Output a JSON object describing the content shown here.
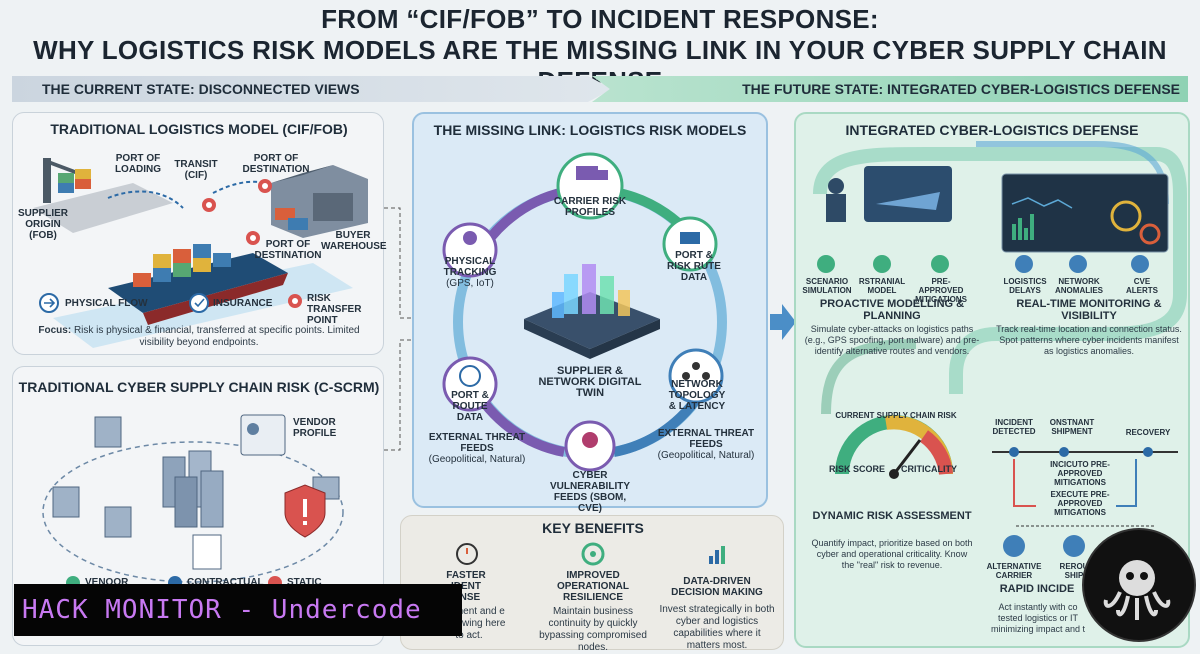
{
  "title": {
    "line1": "FROM “CIF/FOB” TO INCIDENT RESPONSE:",
    "line2": "WHY LOGISTICS RISK MODELS ARE THE MISSING LINK IN YOUR CYBER SUPPLY CHAIN DEFENSE"
  },
  "banners": {
    "left": "THE CURRENT STATE: DISCONNECTED VIEWS",
    "right": "THE FUTURE STATE: INTEGRATED CYBER-LOGISTICS DEFENSE"
  },
  "logistics_model": {
    "heading": "TRADITIONAL LOGISTICS MODEL (CIF/FOB)",
    "supplier": "SUPPLIER ORIGIN (FOB)",
    "port_loading": "PORT OF LOADING",
    "transit": "TRANSIT (CIF)",
    "port_destination_top": "PORT OF DESTINATION",
    "port_destination_mid": "PORT OF DESTINATION",
    "buyer": "BUYER WAREHOUSE",
    "legend": [
      "PHYSICAL FLOW",
      "INSURANCE",
      "RISK TRANSFER POINT"
    ],
    "focus_label": "Focus:",
    "focus_text": "Risk is physical & financial, transferred at specific points. Limited visibility beyond endpoints."
  },
  "cscrm": {
    "heading": "TRADITIONAL CYBER SUPPLY CHAIN RISK (C-SCRM)",
    "vendor_profile": "VENDOR PROFILE",
    "bottom_labels": [
      "VENOOR",
      "CONTRACTUAL",
      "STATIC"
    ]
  },
  "missing_link": {
    "heading": "THE MISSING LINK: LOGISTICS RISK MODELS",
    "center": "SUPPLIER & NETWORK DIGITAL TWIN",
    "nodes": {
      "carrier": "CARRIER RISK PROFILES",
      "port_rute": "PORT & RISK RUTE DATA",
      "network": "NETWORK TOPOLOGY & LATENCY",
      "cyber": "CYBER VULNERABILITY FEEDS (SBOM, CVE)",
      "port_route": "PORT & ROUTE DATA",
      "physical": "PHYSICAL TRACKING",
      "physical_sub": "(GPS, IoT)"
    },
    "threat_left": "EXTERNAL THREAT FEEDS",
    "threat_left_sub": "(Geopolitical, Natural)",
    "threat_right": "EXTERNAL THREAT FEEDS",
    "threat_right_sub": "(Geopolitical, Natural)"
  },
  "key_benefits": {
    "heading": "KEY BENEFITS",
    "items": [
      {
        "title": "FASTER INCIDENT RESPONSE",
        "visible_title": "FASTER\nIDENT\nONSE",
        "text": "ntainment and e by knowing here to act."
      },
      {
        "title": "IMPROVED OPERATIONAL RESILIENCE",
        "text": "Maintain business continuity by quickly bypassing compromised nodes."
      },
      {
        "title": "DATA-DRIVEN DECISION MAKING",
        "text": "Invest strategically in both cyber and logistics capabilities where it matters most."
      }
    ]
  },
  "integrated": {
    "heading": "INTEGRATED CYBER-LOGISTICS DEFENSE",
    "planning_icons": [
      "SCENARIO SIMULATION",
      "RSTRANIAL MODEL",
      "PRE-APPROVED MITIGATIONS"
    ],
    "planning_title": "PROACTIVE MODELLING & PLANNING",
    "planning_text": "Simulate cyber-attacks on logistics paths (e.g., GPS spoofing, port malware) and pre-identify alternative routes and vendors.",
    "monitor_icons": [
      "LOGISTICS DELAYS",
      "NETWORK ANOMALIES",
      "CVE ALERTS"
    ],
    "monitor_title": "REAL-TIME MONITORING & VISIBILITY",
    "monitor_text": "Track real-time location and connection status. Spot patterns where cyber incidents manifest as logistics anomalies.",
    "gauge_arc": "CURRENT SUPPLY CHAIN RISK",
    "risk_score": "RISK SCORE",
    "criticality": "CRITICALITY",
    "dynamic_title": "DYNAMIC RISK ASSESSMENT",
    "dynamic_text": "Quantify impact, prioritize based on both cyber and operational criticality. Know the \"real\" risk to revenue.",
    "timeline": [
      "INCIDENT DETECTED",
      "ONSTNANT SHIPMENT",
      "RECOVERY"
    ],
    "incicuto": "INCICUTO PRE-APPROVED MITIGATIONS",
    "execute": "EXECUTE PRE-APPROVED MITIGATIONS",
    "alt_carrier": "ALTERNATIVE CARRIER",
    "rerou": "REROU SHIP",
    "rapid_title": "RAPID INCIDE",
    "rapid_text": "Act instantly with co tested logistics or IT minimizing impact and t"
  },
  "watermark": "HACK MONITOR - Undercode",
  "colors": {
    "green": "#3fae7f",
    "blue": "#3f7fb8",
    "purple": "#7a5bb0",
    "red": "#d9534f"
  }
}
